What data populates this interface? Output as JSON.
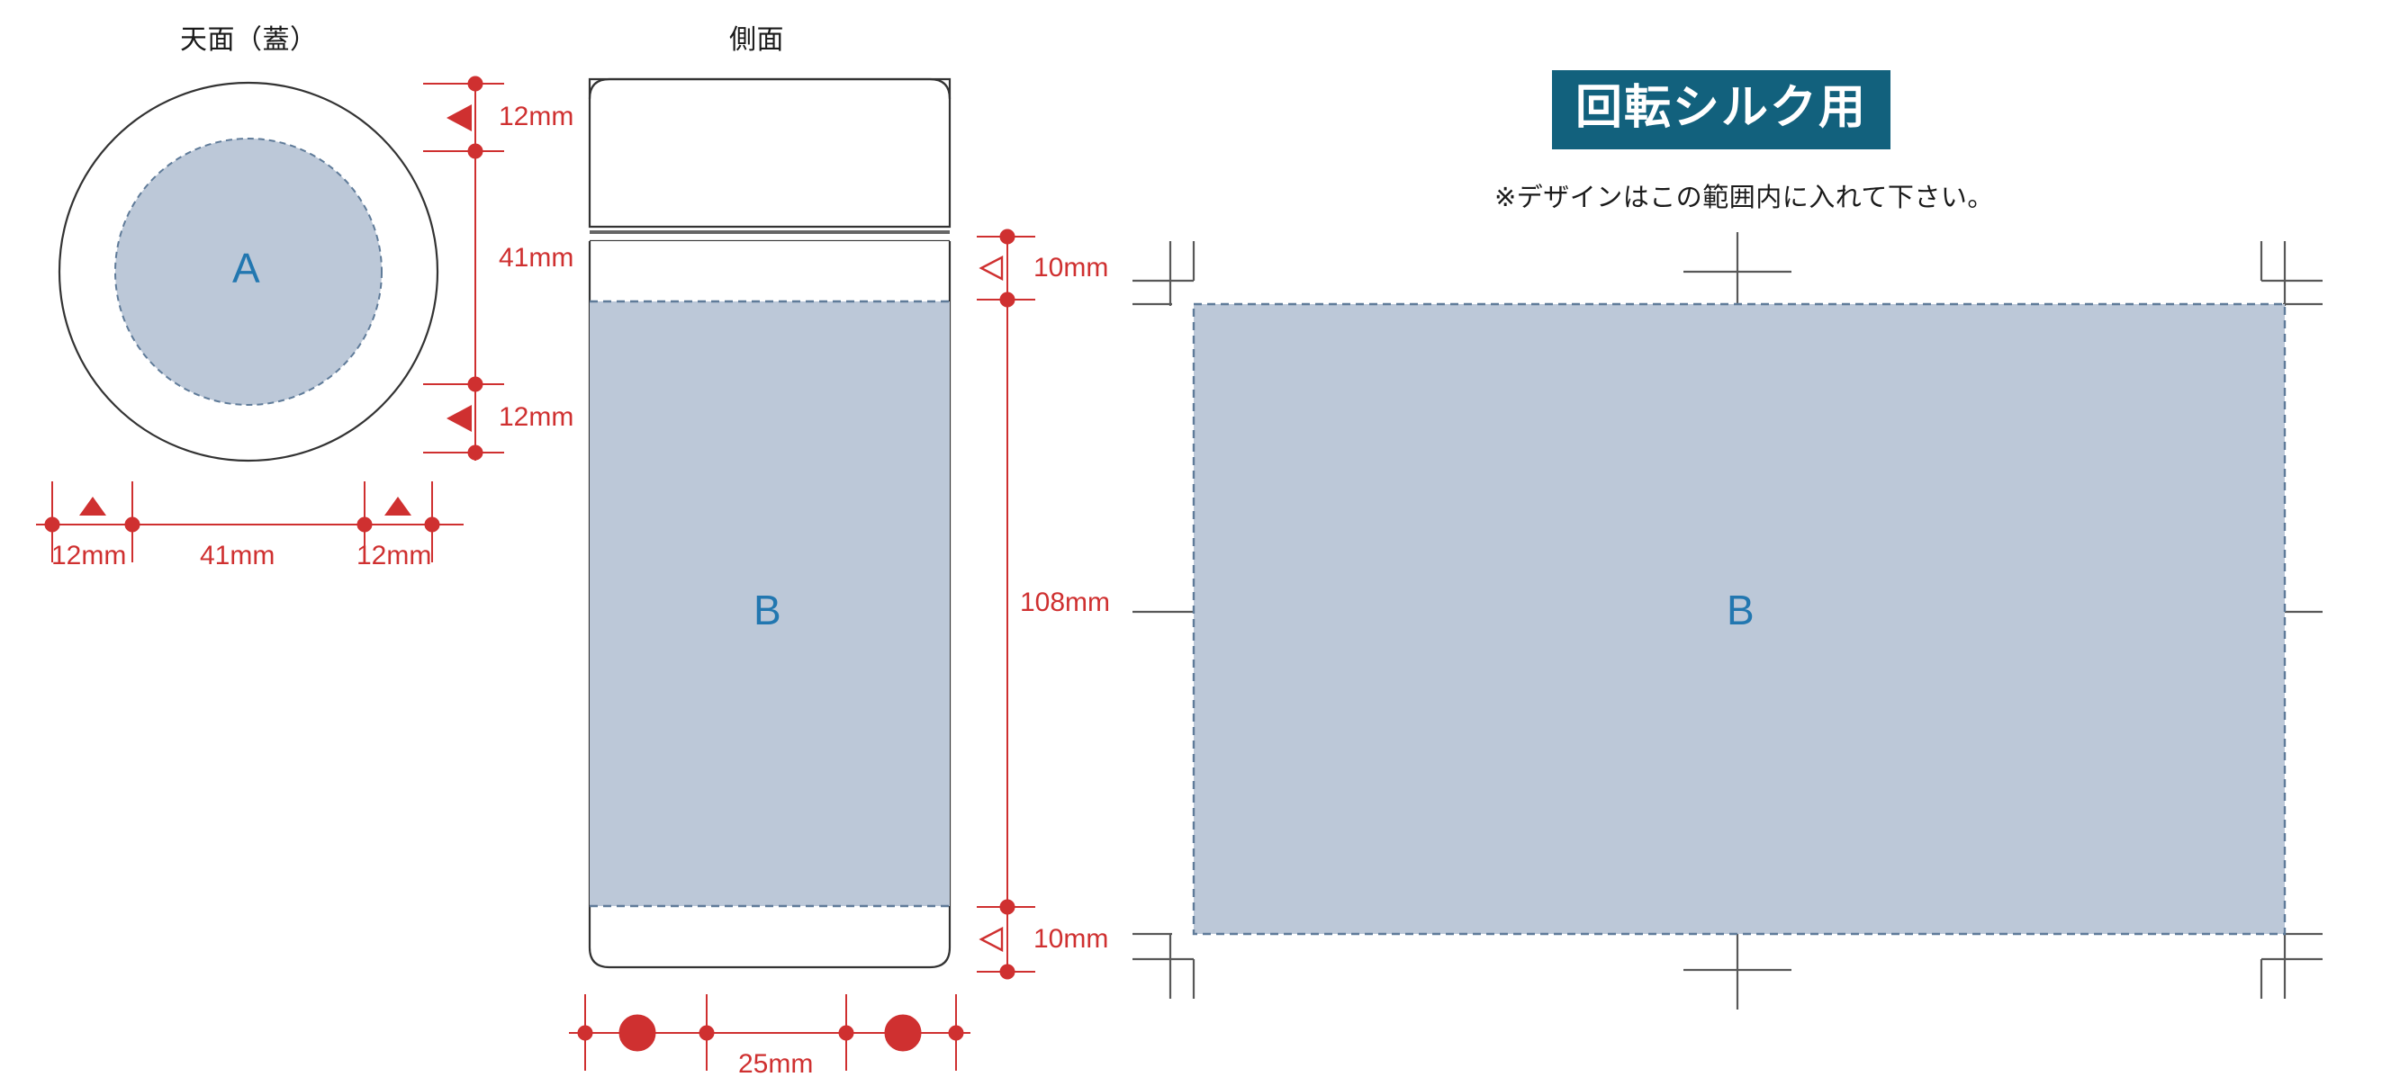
{
  "header": {
    "badge_label": "回転シルク用",
    "note": "※デザインはこの範囲内に入れて下さい。"
  },
  "colors": {
    "badge_bg": "#12617d",
    "print_area_fill": "#bcc8d8",
    "print_area_dash": "#5f7b99",
    "dimension_red": "#cf3030",
    "outline_gray": "#4a4a4a",
    "letter_blue": "#2277b0",
    "crop_mark_gray": "#585858"
  },
  "views": {
    "top": {
      "title": "天面（蓋）",
      "area_letter": "A",
      "dimensions": {
        "vertical_top": "12mm",
        "vertical_middle": "41mm",
        "vertical_bottom": "12mm",
        "horizontal_left": "12mm",
        "horizontal_center": "41mm",
        "horizontal_right": "12mm"
      }
    },
    "side": {
      "title": "側面",
      "area_letter": "B",
      "dimensions": {
        "top_margin": "10mm",
        "print_height": "108mm",
        "bottom_margin": "10mm",
        "width": "25mm"
      }
    },
    "panel": {
      "area_letter": "B"
    }
  }
}
